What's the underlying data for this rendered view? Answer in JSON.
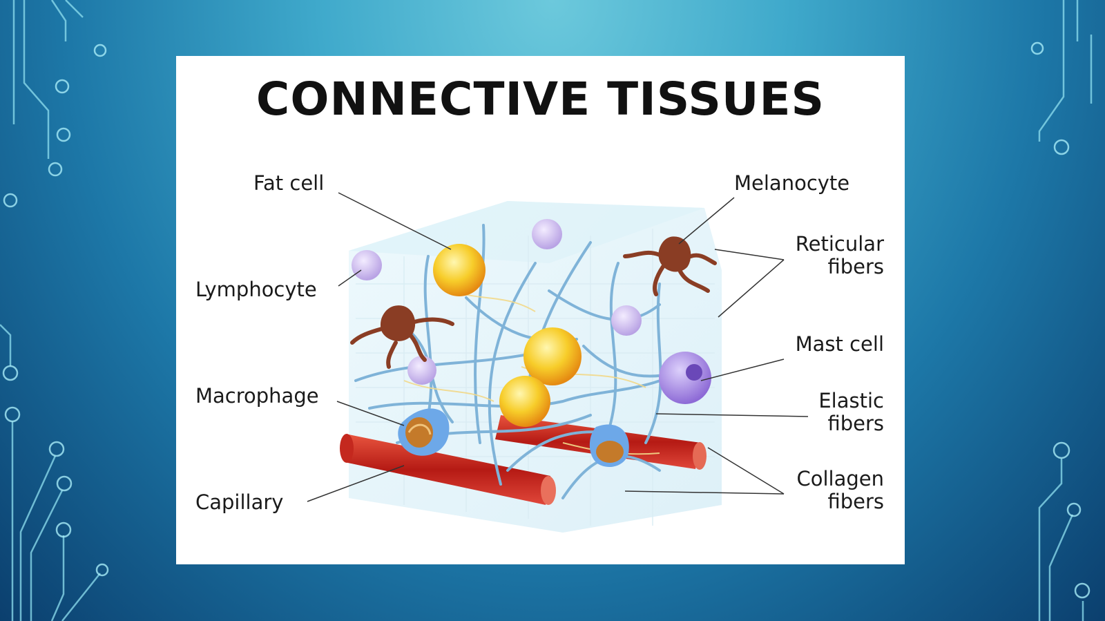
{
  "slide": {
    "title": "CONNECTIVE TISSUES"
  },
  "labels": {
    "fat_cell": "Fat cell",
    "melanocyte": "Melanocyte",
    "reticular_fibers_1": "Reticular",
    "reticular_fibers_2": "fibers",
    "lymphocyte": "Lymphocyte",
    "mast_cell": "Mast cell",
    "macrophage": "Macrophage",
    "elastic_fibers_1": "Elastic",
    "elastic_fibers_2": "fibers",
    "capillary": "Capillary",
    "collagen_fibers_1": "Collagen",
    "collagen_fibers_2": "fibers"
  },
  "colors": {
    "background_light": "#6cc9dc",
    "background_dark": "#0b3f6e",
    "circuit_lines": "#8fe0f0",
    "fat_cell": "#f5c518",
    "lymphocyte": "#c9b8ea",
    "melanocyte": "#8a3d24",
    "mast_cell": "#9b7fd9",
    "capillary": "#c8231b",
    "fibers": "#7fb3d8"
  }
}
